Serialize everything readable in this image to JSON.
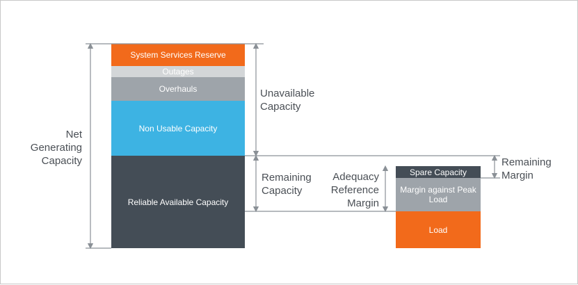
{
  "left_stack": {
    "system_services_reserve": {
      "label": "System Services Reserve",
      "color": "#f26a1b"
    },
    "outages": {
      "label": "Outages",
      "color": "#d3d6d8"
    },
    "overhauls": {
      "label": "Overhauls",
      "color": "#9ea4aa"
    },
    "non_usable_capacity": {
      "label": "Non Usable Capacity",
      "color": "#3db3e3"
    },
    "reliable_available_capacity": {
      "label": "Reliable Available Capacity",
      "color": "#444d56"
    }
  },
  "right_stack": {
    "spare_capacity": {
      "label": "Spare Capacity",
      "color": "#444d56"
    },
    "margin_against_peak_load": {
      "label": "Margin against Peak\nLoad",
      "color": "#9ea4aa"
    },
    "load": {
      "label": "Load",
      "color": "#f26a1b"
    }
  },
  "annotations": {
    "net_generating_capacity": "Net\nGenerating\nCapacity",
    "unavailable_capacity": "Unavailable\nCapacity",
    "remaining_capacity": "Remaining\nCapacity",
    "adequacy_reference_margin": "Adequacy\nReference\nMargin",
    "remaining_margin": "Remaining\nMargin"
  },
  "colors": {
    "arrow": "#8a9096",
    "line": "#8a9096",
    "text": "#4a4f55"
  }
}
